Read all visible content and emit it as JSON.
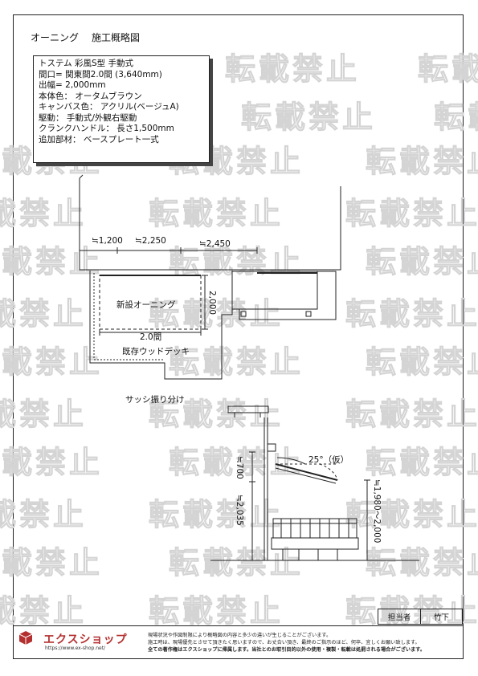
{
  "title": {
    "part1": "オーニング",
    "part2": "施工概略図"
  },
  "watermark": "転載禁止",
  "spec": {
    "lines": [
      "トステム 彩風S型 手動式",
      "間口= 関東間2.0間 (3,640mm)",
      "出幅= 2,000mm",
      "本体色： オータムブラウン",
      "キャンバス色： アクリル(ベージュA)",
      "駆動： 手動式/外観右駆動",
      "クランクハンドル： 長さ1,500mm",
      "追加部材： ベースプレート一式"
    ]
  },
  "plan": {
    "dim1": "≒1,200",
    "dim2": "≒2,250",
    "dim3": "≒2,450",
    "new_awning": "新設オーニング",
    "depth": "2,000",
    "width": "2.0間",
    "deck": "既存ウッドデッキ"
  },
  "section": {
    "sash_label": "サッシ振り分け",
    "angle": "25°（仮）",
    "h1": "≒700",
    "h2": "≒2,035",
    "h3": "≒1,980〜2,000"
  },
  "person": {
    "label": "担当者",
    "name": "竹下"
  },
  "logo": {
    "name": "エクスショップ",
    "url": "https://www.ex-shop.net/"
  },
  "notice": [
    "現場状況や作図制限により概略図の内容と多少の違いが生じることがございます。",
    "施工時は、現場優先とさせて頂きたく思いますので、お丈合い頂き、最終のご指示のほど、何卒、宜しくお願い致します。",
    "全ての著作権はエクスショップに帰属します。当社とのお取引目的以外の使用・複製・転載は処罰される場合がございます。"
  ],
  "colors": {
    "logo": "#b43030",
    "watermark": "#d4d4d4"
  }
}
